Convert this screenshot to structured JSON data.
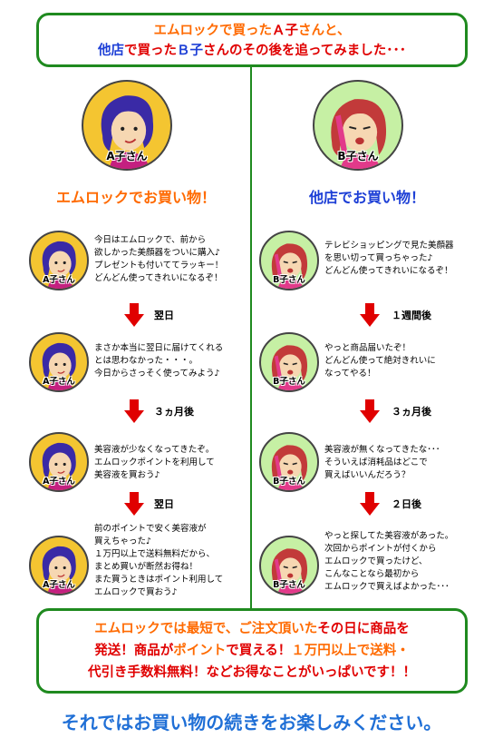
{
  "header": {
    "l1_a": "エムロック",
    "l1_b": "で買った",
    "l1_c": "Ａ子",
    "l1_d": "さんと、",
    "l2_a": "他店",
    "l2_b": "で買った",
    "l2_c": "Ｂ子",
    "l2_d": "さんのその後を追ってみました･･･"
  },
  "colors": {
    "green": "#1f8a1f",
    "orange": "#ff6a00",
    "blue": "#1d3fd6",
    "red": "#e00000",
    "a_bg": "#f4c531",
    "b_bg": "#c6f0a4"
  },
  "left": {
    "avatar_label": "A子さん",
    "title": "エムロックでお買い物！",
    "steps": [
      "今日はエムロックで、前から\n欲しかった美顔器をついに購入♪\nプレゼントも付いててラッキー！\nどんどん使ってきれいになるぞ！",
      "まさか本当に翌日に届けてくれる\nとは思わなかった・・・。\n今日からさっそく使ってみよう♪",
      "美容液が少なくなってきたぞ。\nエムロックポイントを利用して\n美容液を買おう♪",
      "前のポイントで安く美容液が\n買えちゃった♪\n１万円以上で送料無料だから、\nまとめ買いが断然お得ね！\nまた買うときはポイント利用して\nエムロックで買おう♪"
    ],
    "arrows": [
      "翌日",
      "３ヵ月後",
      "翌日"
    ]
  },
  "right": {
    "avatar_label": "B子さん",
    "title": "他店でお買い物！",
    "steps": [
      "テレビショッピングで見た美顔器\nを思い切って買っちゃった♪\nどんどん使ってきれいになるぞ！",
      "やっと商品届いたぞ！\nどんどん使って絶対きれいに\nなってやる！",
      "美容液が無くなってきたな･･･\nそういえば消耗品はどこで\n買えばいいんだろう？",
      "やっと探してた美容液があった。\n次回からポイントが付くから\nエムロックで買ったけど、\nこんなことなら最初から\nエムロックで買えばよかった･･･"
    ],
    "arrows": [
      "１週間後",
      "３ヵ月後",
      "２日後"
    ]
  },
  "bottom": {
    "s1": "エムロック",
    "s2": "では最短で、ご注文頂いた",
    "s3": "その日に商品を",
    "s4": "発送！商品が",
    "s5": "ポイント",
    "s6": "で買える！",
    "s7": "１万円以上で送料・",
    "s8": "代引き手数料無料！",
    "s9": "などお得なことがいっぱいです！！"
  },
  "footer": "それではお買い物の続きをお楽しみください。"
}
